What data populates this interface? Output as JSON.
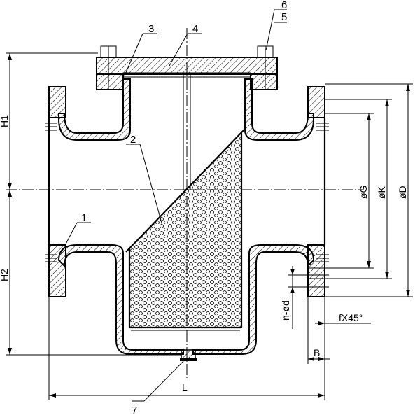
{
  "diagram": {
    "part_callouts": [
      "1",
      "2",
      "3",
      "4",
      "5",
      "6",
      "7"
    ],
    "dimensions": {
      "h1": "H1",
      "h2": "H2",
      "length": "L",
      "dia_g": "øG",
      "dia_k": "øK",
      "dia_d": "øD",
      "bolt_holes": "n-ød",
      "chamfer": "fX45°",
      "flange_thickness": "B"
    }
  }
}
